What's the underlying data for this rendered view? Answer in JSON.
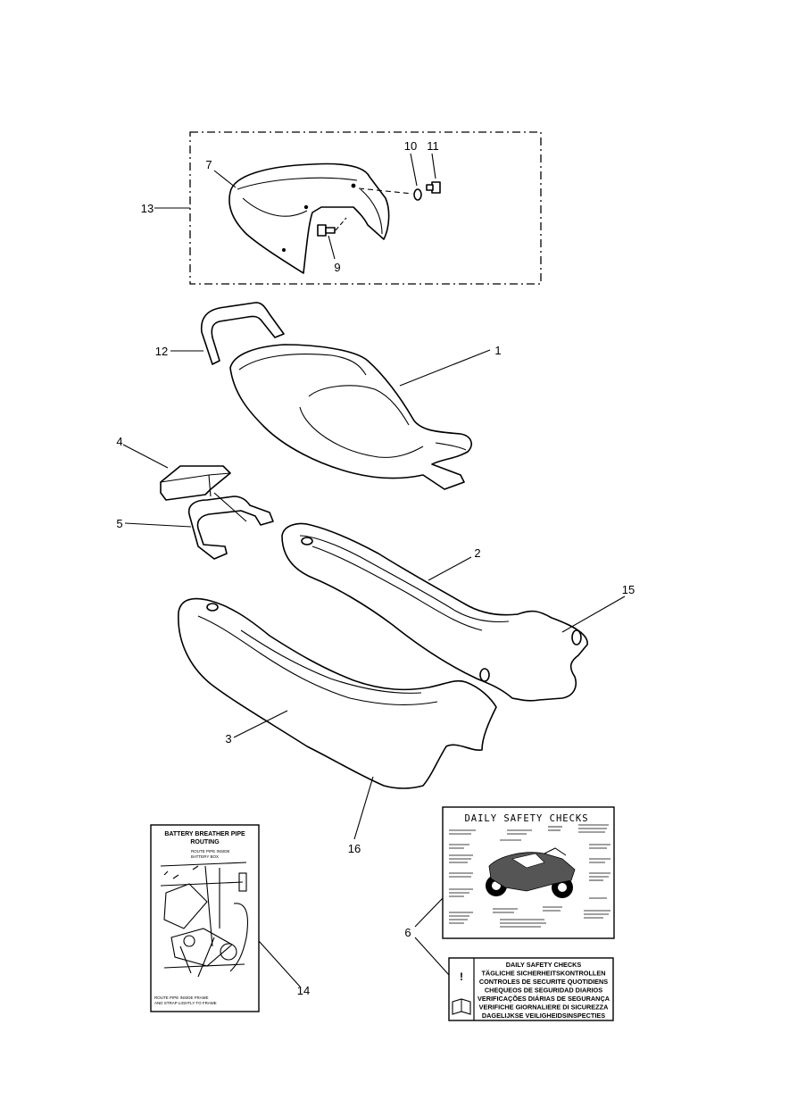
{
  "callouts": {
    "c1": "1",
    "c2": "2",
    "c3": "3",
    "c4": "4",
    "c5": "5",
    "c6": "6",
    "c7": "7",
    "c9": "9",
    "c10": "10",
    "c11": "11",
    "c12": "12",
    "c13": "13",
    "c14": "14",
    "c15": "15",
    "c16": "16"
  },
  "battery_label": {
    "title_line1": "BATTERY BREATHER PIPE",
    "title_line2": "ROUTING",
    "note_top_line1": "ROUTE PIPE INSIDE",
    "note_top_line2": "BATTERY BOX",
    "note_bottom_line1": "ROUTE PIPE INSIDE FRAME",
    "note_bottom_line2": "AND STRAP LIGHTLY TO FRAME"
  },
  "safety_label": {
    "title": "DAILY SAFETY CHECKS"
  },
  "multilang_label": {
    "warning_symbol": "!",
    "lines": [
      "DAILY SAFETY CHECKS",
      "TÄGLICHE SICHERHEITSKONTROLLEN",
      "CONTROLES DE SECURITE QUOTIDIENS",
      "CHEQUEOS DE SEGURIDAD DIARIOS",
      "VERIFICAÇÕES DIÁRIAS DE SEGURANÇA",
      "VERIFICHE GIORNALIERE DI SICUREZZA",
      "DAGELIJKSE VEILIGHEIDSINSPECTIES"
    ]
  }
}
